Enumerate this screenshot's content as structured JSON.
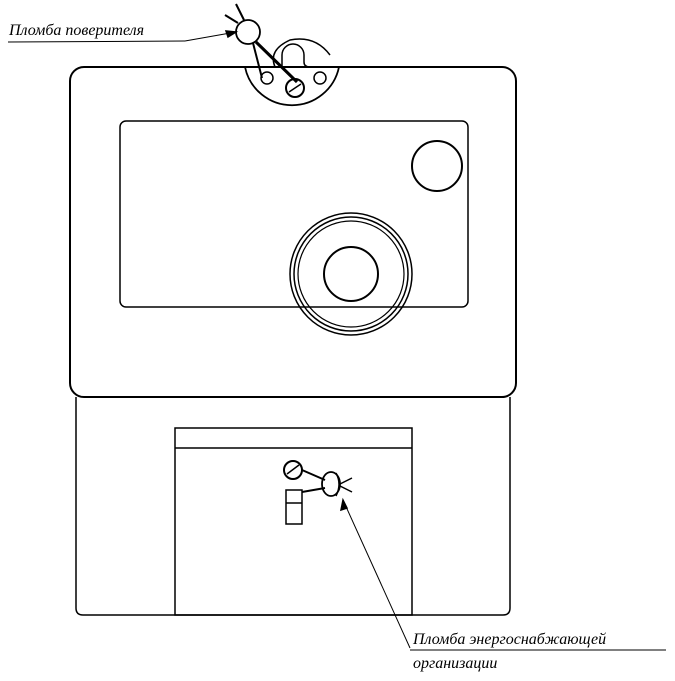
{
  "labels": {
    "verifier_seal": "Пломба поверителя",
    "energy_seal_line1": "Пломба энергоснабжающей",
    "energy_seal_line2": "организации"
  },
  "colors": {
    "stroke": "#000000",
    "background": "#ffffff"
  }
}
